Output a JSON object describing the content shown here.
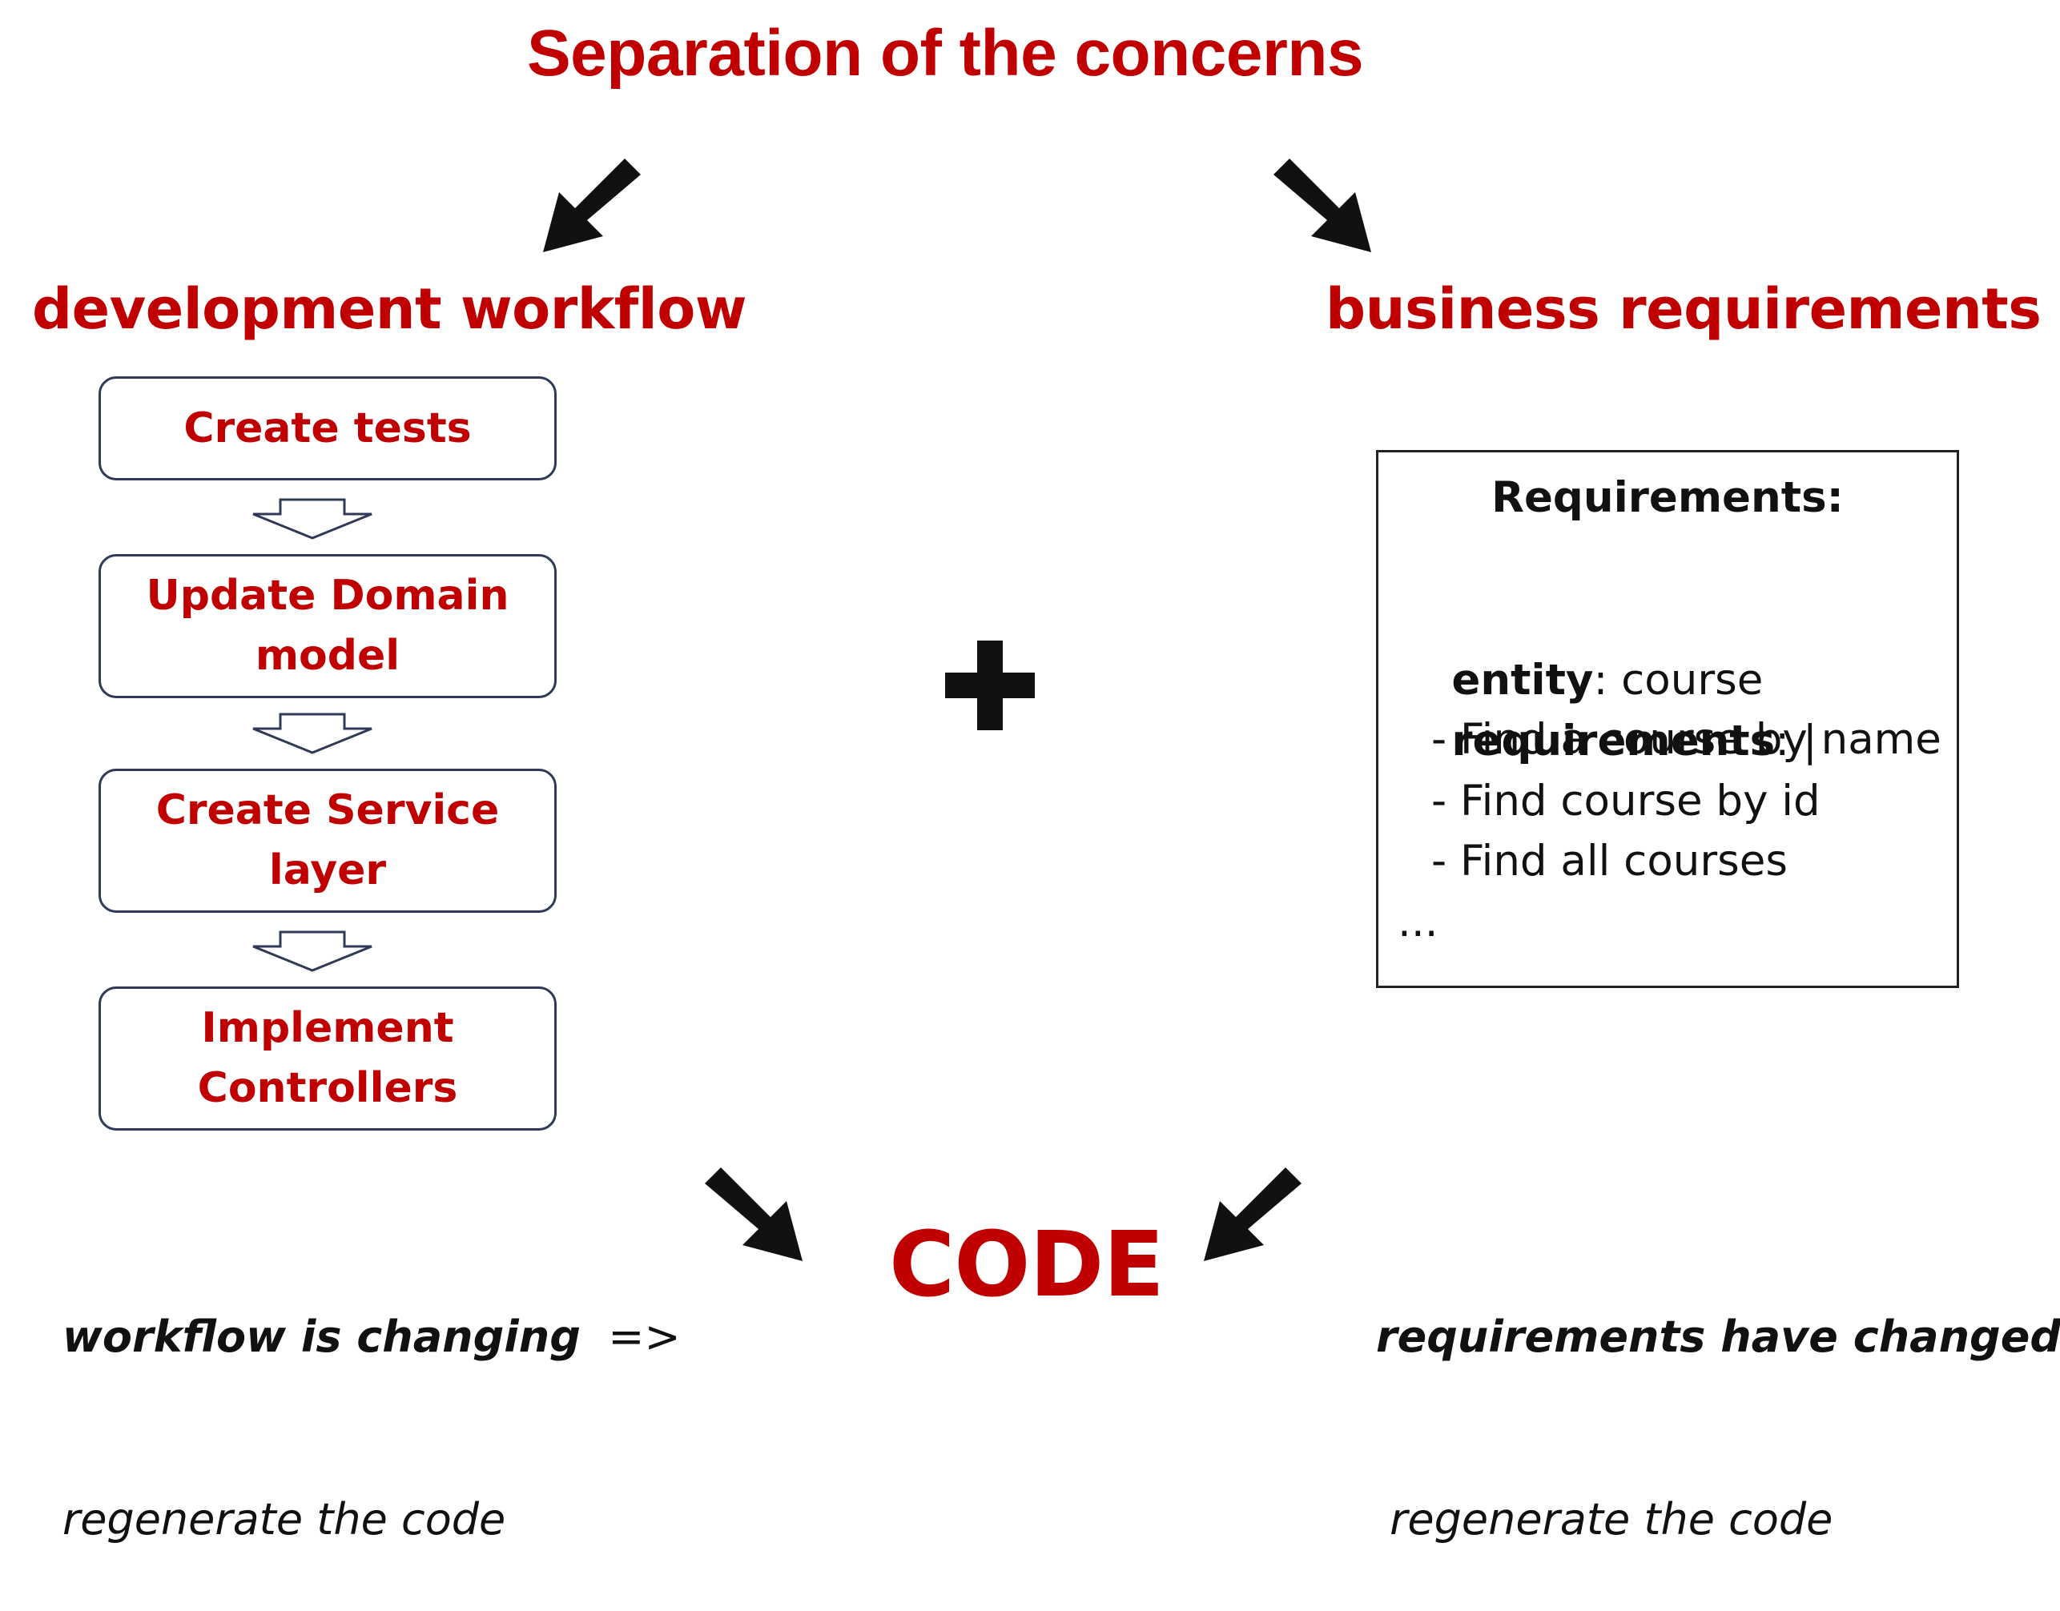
{
  "title": "Separation of the concerns",
  "left": {
    "heading": "development workflow",
    "steps": [
      "Create tests",
      "Update Domain\nmodel",
      "Create Service\nlayer",
      "Implement\nControllers"
    ]
  },
  "right": {
    "heading": "business requirements",
    "box": {
      "title": "Requirements:",
      "entity_key": "entity",
      "entity_value": ": course",
      "requirements_key": "requirements",
      "requirements_value": ": |",
      "items": [
        "- Find a course by name",
        "- Find course by id",
        "- Find all courses"
      ],
      "ellipsis": "..."
    }
  },
  "plus_symbol": "plus-icon",
  "center": {
    "code": "CODE"
  },
  "notes": {
    "left_bold": "workflow is changing",
    "left_arrow": "  =>",
    "left_line2": "regenerate the code",
    "right_bold": "requirements have changed",
    "right_arrow": "  =>",
    "right_line2": " regenerate the code"
  },
  "colors": {
    "accent": "#c00000",
    "box_border": "#2f3a56",
    "arrow": "#111111"
  }
}
